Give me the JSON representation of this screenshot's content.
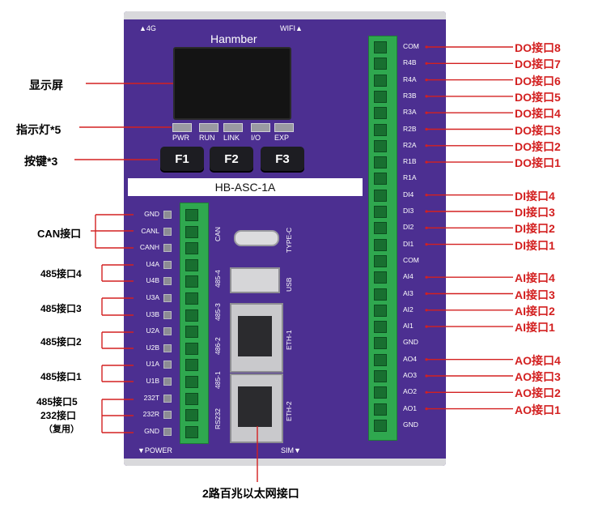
{
  "device": {
    "brand": "Hanmber",
    "model": "HB-ASC-1A",
    "corner_tl": "▲4G",
    "corner_tr": "WIFI▲",
    "corner_bl": "▼POWER",
    "corner_br": "SIM▼",
    "leds": [
      "PWR",
      "RUN",
      "LINK",
      "I/O",
      "EXP"
    ],
    "keys": [
      "F1",
      "F2",
      "F3"
    ],
    "left_pins": [
      "GND",
      "CANL",
      "CANH",
      "U4A",
      "U4B",
      "U3A",
      "U3B",
      "U2A",
      "U2B",
      "U1A",
      "U1B",
      "232T",
      "232R",
      "GND"
    ],
    "port_labels": {
      "can": "CAN",
      "p485_4": "485-4",
      "p485_3": "485-3",
      "p486_2": "486-2",
      "p485_1": "485-1",
      "rs232": "RS232",
      "type_c": "TYPE-C",
      "usb": "USB",
      "eth1": "ETH-1",
      "eth2": "ETH-2"
    },
    "right_pins": [
      "COM",
      "R4B",
      "R4A",
      "R3B",
      "R3A",
      "R2B",
      "R2A",
      "R1B",
      "R1A",
      "DI4",
      "DI3",
      "DI2",
      "DI1",
      "COM",
      "AI4",
      "AI3",
      "AI2",
      "AI1",
      "GND",
      "AO4",
      "AO3",
      "AO2",
      "AO1",
      "GND"
    ]
  },
  "annotations": {
    "left": {
      "display": "显示屏",
      "indicators": "指示灯*5",
      "keys": "按键*3",
      "can": "CAN接口",
      "p485_4": "485接口4",
      "p485_3": "485接口3",
      "p485_2": "485接口2",
      "p485_1": "485接口1",
      "p485_5": "485接口5",
      "p232": "232接口",
      "shared": "（复用）"
    },
    "right": [
      "DO接口8",
      "DO接口7",
      "DO接口6",
      "DO接口5",
      "DO接口4",
      "DO接口3",
      "DO接口2",
      "DO接口1",
      "DI接口4",
      "DI接口3",
      "DI接口2",
      "DI接口1",
      "AI接口4",
      "AI接口3",
      "AI接口2",
      "AI接口1",
      "AO接口4",
      "AO接口3",
      "AO接口2",
      "AO接口1"
    ],
    "bottom": "2路百兆以太网接口"
  },
  "colors": {
    "board": "#4c2f91",
    "terminal": "#2fa84f",
    "callout_right": "#d32020",
    "callout_left": "#000000"
  }
}
